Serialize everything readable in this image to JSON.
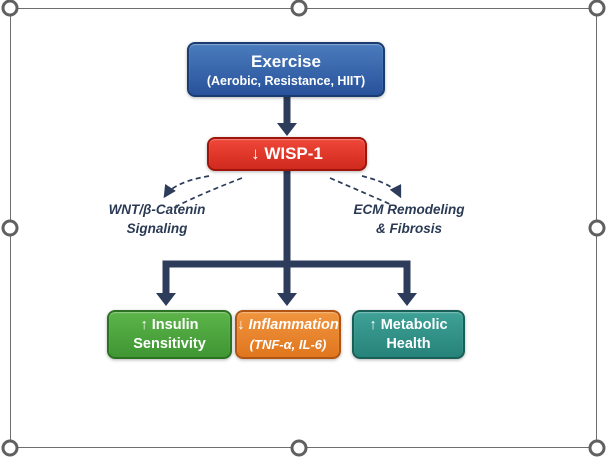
{
  "canvas": {
    "background": "#ffffff",
    "selection_border_color": "#6e6e6e"
  },
  "diagram": {
    "arrow_color": "#2c3c5a",
    "label_color": "#2b3a54",
    "nodes": {
      "exercise": {
        "title": "Exercise",
        "subtitle": "(Aerobic, Resistance, HIIT)",
        "fill": "#2e5c9e",
        "border": "#1b3c71"
      },
      "wisp1": {
        "label": "↓ WISP-1",
        "fill": "#d93225",
        "border": "#9e150b"
      },
      "insulin": {
        "line1": "↑ Insulin",
        "line2": "Sensitivity",
        "fill": "#46a238",
        "border": "#2d7223"
      },
      "inflammation": {
        "line1": "↓ Inflammation",
        "line2": "(TNF-α, IL-6)",
        "fill": "#e4791f",
        "border": "#b05513"
      },
      "metabolic": {
        "line1": "↑ Metabolic",
        "line2": "Health",
        "fill": "#2b8e84",
        "border": "#195f58"
      }
    },
    "side_labels": {
      "left": {
        "line1": "WNT/β-Catenin",
        "line2": "Signaling"
      },
      "right": {
        "line1": "ECM Remodeling",
        "line2": "& Fibrosis"
      }
    }
  }
}
